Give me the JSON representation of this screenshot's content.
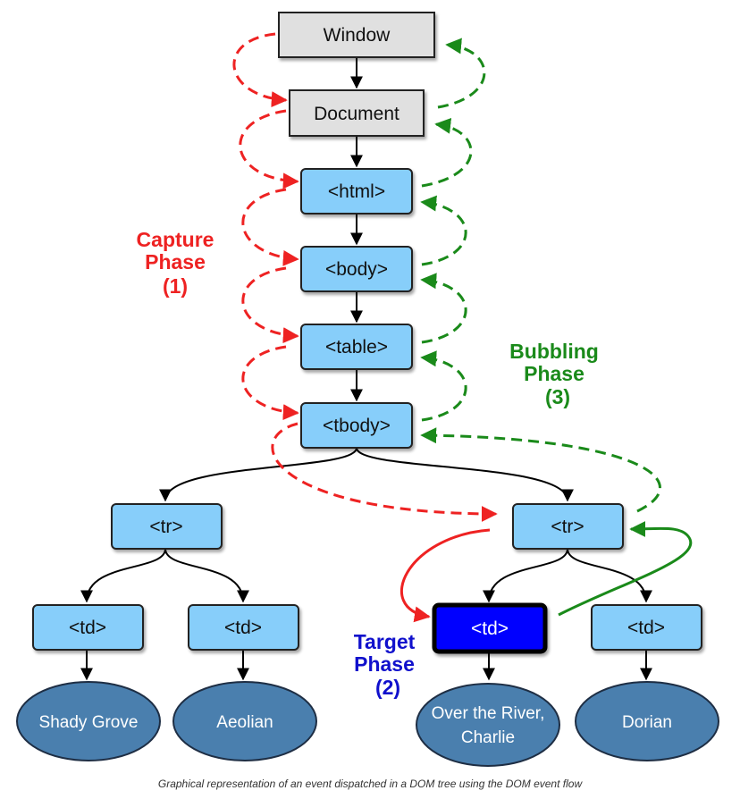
{
  "nodes": {
    "window": "Window",
    "document": "Document",
    "html": "<html>",
    "body": "<body>",
    "table": "<table>",
    "tbody": "<tbody>",
    "tr_left": "<tr>",
    "tr_right": "<tr>",
    "td_1": "<td>",
    "td_2": "<td>",
    "td_target": "<td>",
    "td_4": "<td>"
  },
  "leaves": {
    "leaf_1": "Shady Grove",
    "leaf_2": "Aeolian",
    "leaf_3_line1": "Over the River,",
    "leaf_3_line2": "Charlie",
    "leaf_4": "Dorian"
  },
  "phases": {
    "capture": {
      "line1": "Capture",
      "line2": "Phase",
      "line3": "(1)",
      "color": "#ee2222"
    },
    "target": {
      "line1": "Target",
      "line2": "Phase",
      "line3": "(2)",
      "color": "#1010cc"
    },
    "bubbling": {
      "line1": "Bubbling",
      "line2": "Phase",
      "line3": "(3)",
      "color": "#1a8a1a"
    }
  },
  "colors": {
    "gray_node": "#e0e0e0",
    "blue_node": "#87cefa",
    "target_node": "#0000ff",
    "leaf_fill": "#4a7fae",
    "capture_arrow": "#ee2222",
    "bubble_arrow": "#1a8a1a"
  },
  "caption": "Graphical representation of an event dispatched in a DOM tree using the DOM event flow"
}
